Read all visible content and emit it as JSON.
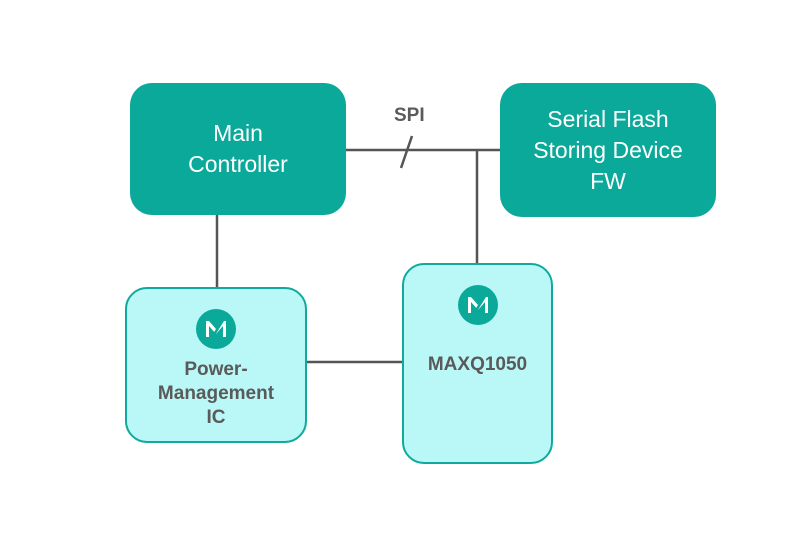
{
  "blocks": {
    "main_controller": {
      "lines": [
        "Main",
        "Controller"
      ]
    },
    "serial_flash": {
      "lines": [
        "Serial Flash",
        "Storing Device",
        "FW"
      ]
    },
    "power_management_ic": {
      "lines": [
        "Power-",
        "Management",
        "IC"
      ]
    },
    "maxq1050": {
      "lines": [
        "MAXQ1050"
      ]
    }
  },
  "bus": {
    "label": "SPI"
  },
  "logo_icon": "maxim-logo-icon",
  "colors": {
    "dark_block": "#0aa99a",
    "light_block": "#b9f8f6",
    "light_border": "#12a99d",
    "wire": "#555555",
    "label_text": "#5a5a5a"
  }
}
